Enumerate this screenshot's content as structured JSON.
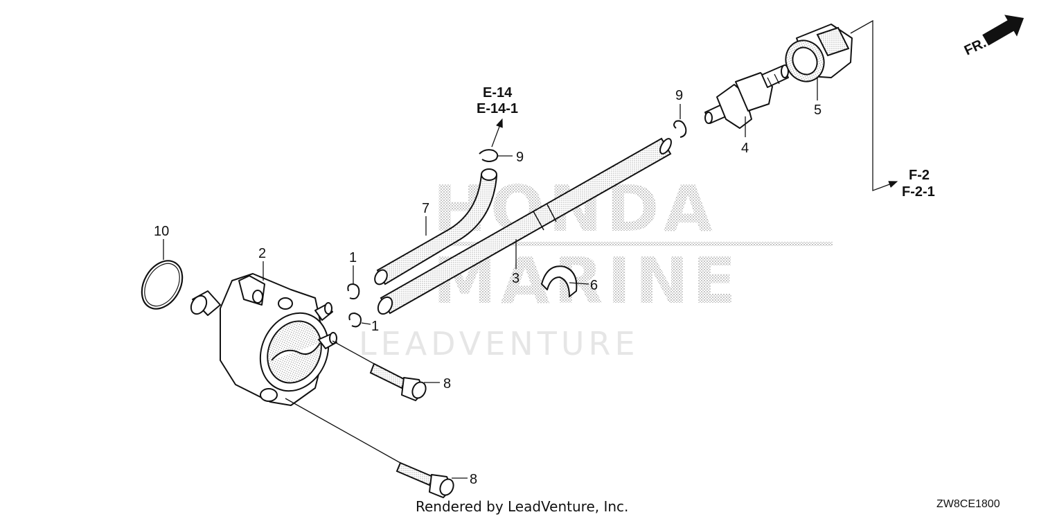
{
  "watermark": {
    "line1": "HONDA",
    "line2": "MARINE",
    "line3": "LEADVENTURE"
  },
  "direction": {
    "label": "FR."
  },
  "references": {
    "top_ref_1": "E-14",
    "top_ref_2": "E-14-1",
    "right_ref_1": "F-2",
    "right_ref_2": "F-2-1"
  },
  "callouts": {
    "c1a": "1",
    "c1b": "1",
    "c2": "2",
    "c3": "3",
    "c4": "4",
    "c5": "5",
    "c6": "6",
    "c7": "7",
    "c8a": "8",
    "c8b": "8",
    "c9a": "9",
    "c9b": "9",
    "c10": "10"
  },
  "footer": {
    "rendered_by": "Rendered by LeadVenture, Inc.",
    "diagram_code": "ZW8CE1800"
  }
}
